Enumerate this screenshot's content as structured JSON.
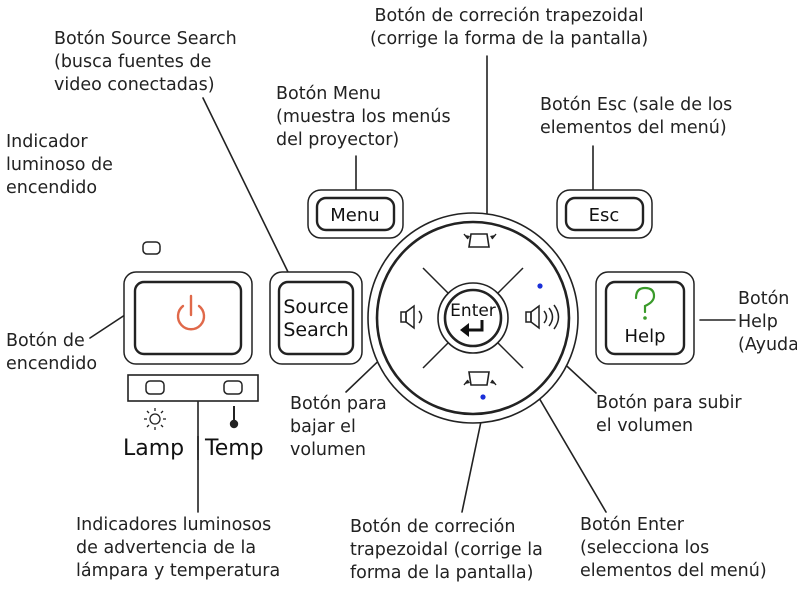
{
  "labels": {
    "keystone_top": [
      "Botón de correción trapezoidal",
      "(corrige la forma de la pantalla)"
    ],
    "source_search": [
      "Botón Source Search",
      "(busca fuentes de",
      "video conectadas)"
    ],
    "menu": [
      "Botón Menu",
      "(muestra los menús",
      "del proyector)"
    ],
    "esc": [
      "Botón Esc (sale de los",
      "elementos del menú)"
    ],
    "power_indicator": [
      "Indicador",
      "luminoso de",
      "encendido"
    ],
    "power": [
      "Botón de",
      "encendido"
    ],
    "help": [
      "Botón",
      "Help",
      "(Ayuda)"
    ],
    "volume_down": [
      "Botón para",
      "bajar el",
      "volumen"
    ],
    "volume_up": [
      "Botón para subir",
      "el volumen"
    ],
    "warning_indicators": [
      "Indicadores luminosos",
      "de advertencia de la",
      "lámpara y temperatura"
    ],
    "keystone_bottom": [
      "Botón de correción",
      "trapezoidal (corrige la",
      "forma de la pantalla)"
    ],
    "enter": [
      "Botón Enter",
      "(selecciona los",
      "elementos del menú)"
    ]
  },
  "buttons": {
    "menu": "Menu",
    "esc": "Esc",
    "source_line1": "Source",
    "source_line2": "Search",
    "enter": "Enter",
    "help": "Help",
    "lamp": "Lamp",
    "temp": "Temp"
  },
  "colors": {
    "power_icon": "#e0694a",
    "help_icon": "#3a9a2a",
    "dot": "#1a2fd8",
    "outline": "#222222"
  },
  "icons": {
    "power": "power-icon",
    "help": "question-mark-icon",
    "vol_down": "speaker-low-icon",
    "vol_up": "speaker-high-icon",
    "enter": "return-arrow-icon",
    "keystone": "trapezoid-icon",
    "lamp": "sun-icon",
    "temp": "thermometer-icon"
  }
}
